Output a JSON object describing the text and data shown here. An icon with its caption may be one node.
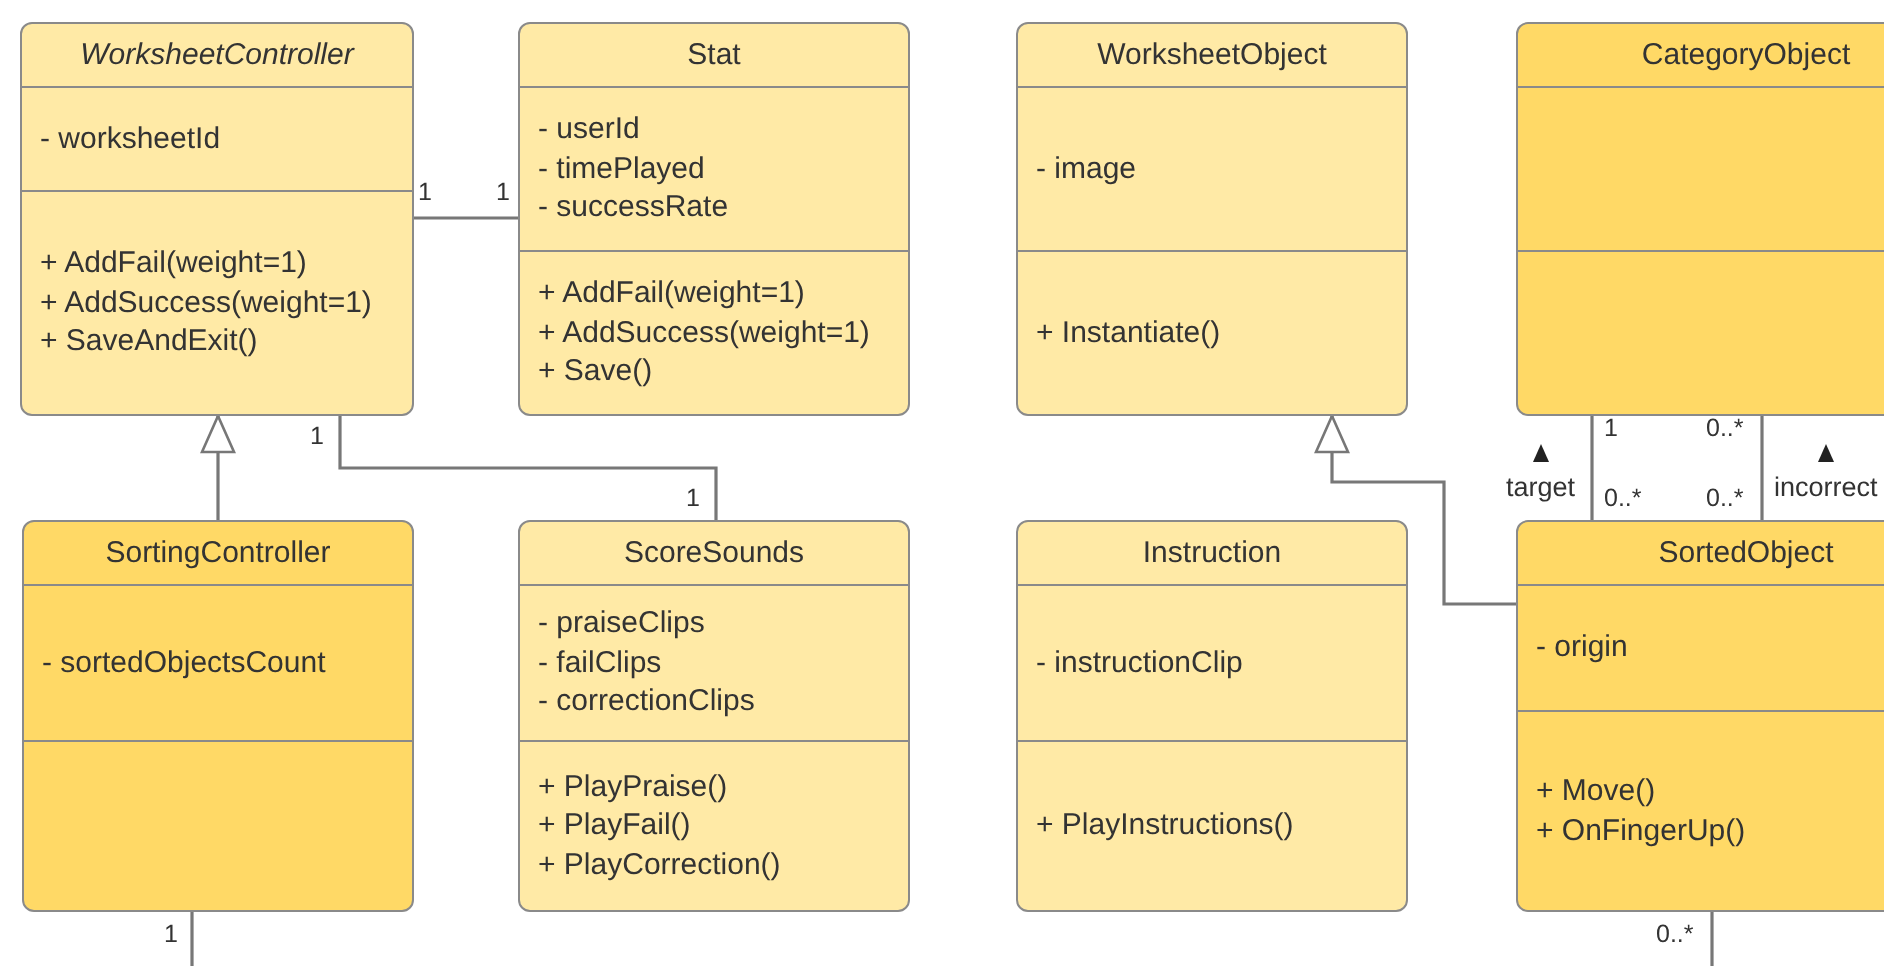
{
  "diagram": {
    "nodes": [
      {
        "text": [
          "WorksheetController",
          "- worksheetId",
          "+ AddFail(weight=1)",
          "+ AddSuccess(weight=1)",
          "+ SaveAndExit()"
        ]
      },
      {
        "text": [
          "Stat",
          "- userId",
          "- timePlayed",
          "- successRate",
          "+ AddFail(weight=1)",
          "+ AddSuccess(weight=1)",
          "+ Save()"
        ]
      },
      {
        "text": [
          "WorksheetObject",
          "- image",
          "+ Instantiate()"
        ]
      },
      {
        "text": [
          "CategoryObject"
        ]
      },
      {
        "text": [
          "SortingController",
          "- sortedObjectsCount"
        ]
      },
      {
        "text": [
          "ScoreSounds",
          "- praiseClips",
          "- failClips",
          "- correctionClips",
          "+ PlayPraise()",
          "+ PlayFail()",
          "+ PlayCorrection()"
        ]
      },
      {
        "text": [
          "Instruction",
          "- instructionClip",
          "+ PlayInstructions()"
        ]
      },
      {
        "text": [
          "SortedObject",
          "- origin",
          "+ Move()",
          "+ OnFingerUp()"
        ]
      }
    ],
    "edges": [
      {
        "from": 0,
        "to": 1,
        "arrow": "none"
      },
      {
        "from": 4,
        "to": 0,
        "arrow": "to"
      },
      {
        "from": 0,
        "to": 5,
        "arrow": "none"
      },
      {
        "from": 7,
        "to": 2,
        "arrow": "to"
      },
      {
        "from": 3,
        "to": 7,
        "arrow": "none",
        "label": "target"
      },
      {
        "from": 3,
        "to": 7,
        "arrow": "none",
        "label": "incorrect"
      },
      {
        "from": 4,
        "to": null,
        "arrow": "none"
      },
      {
        "from": 7,
        "to": null,
        "arrow": "none"
      }
    ],
    "labels": [
      "1",
      "1",
      "1",
      "1",
      "1",
      "0..*",
      "0..*",
      "0..*",
      "1",
      "0..*"
    ]
  }
}
